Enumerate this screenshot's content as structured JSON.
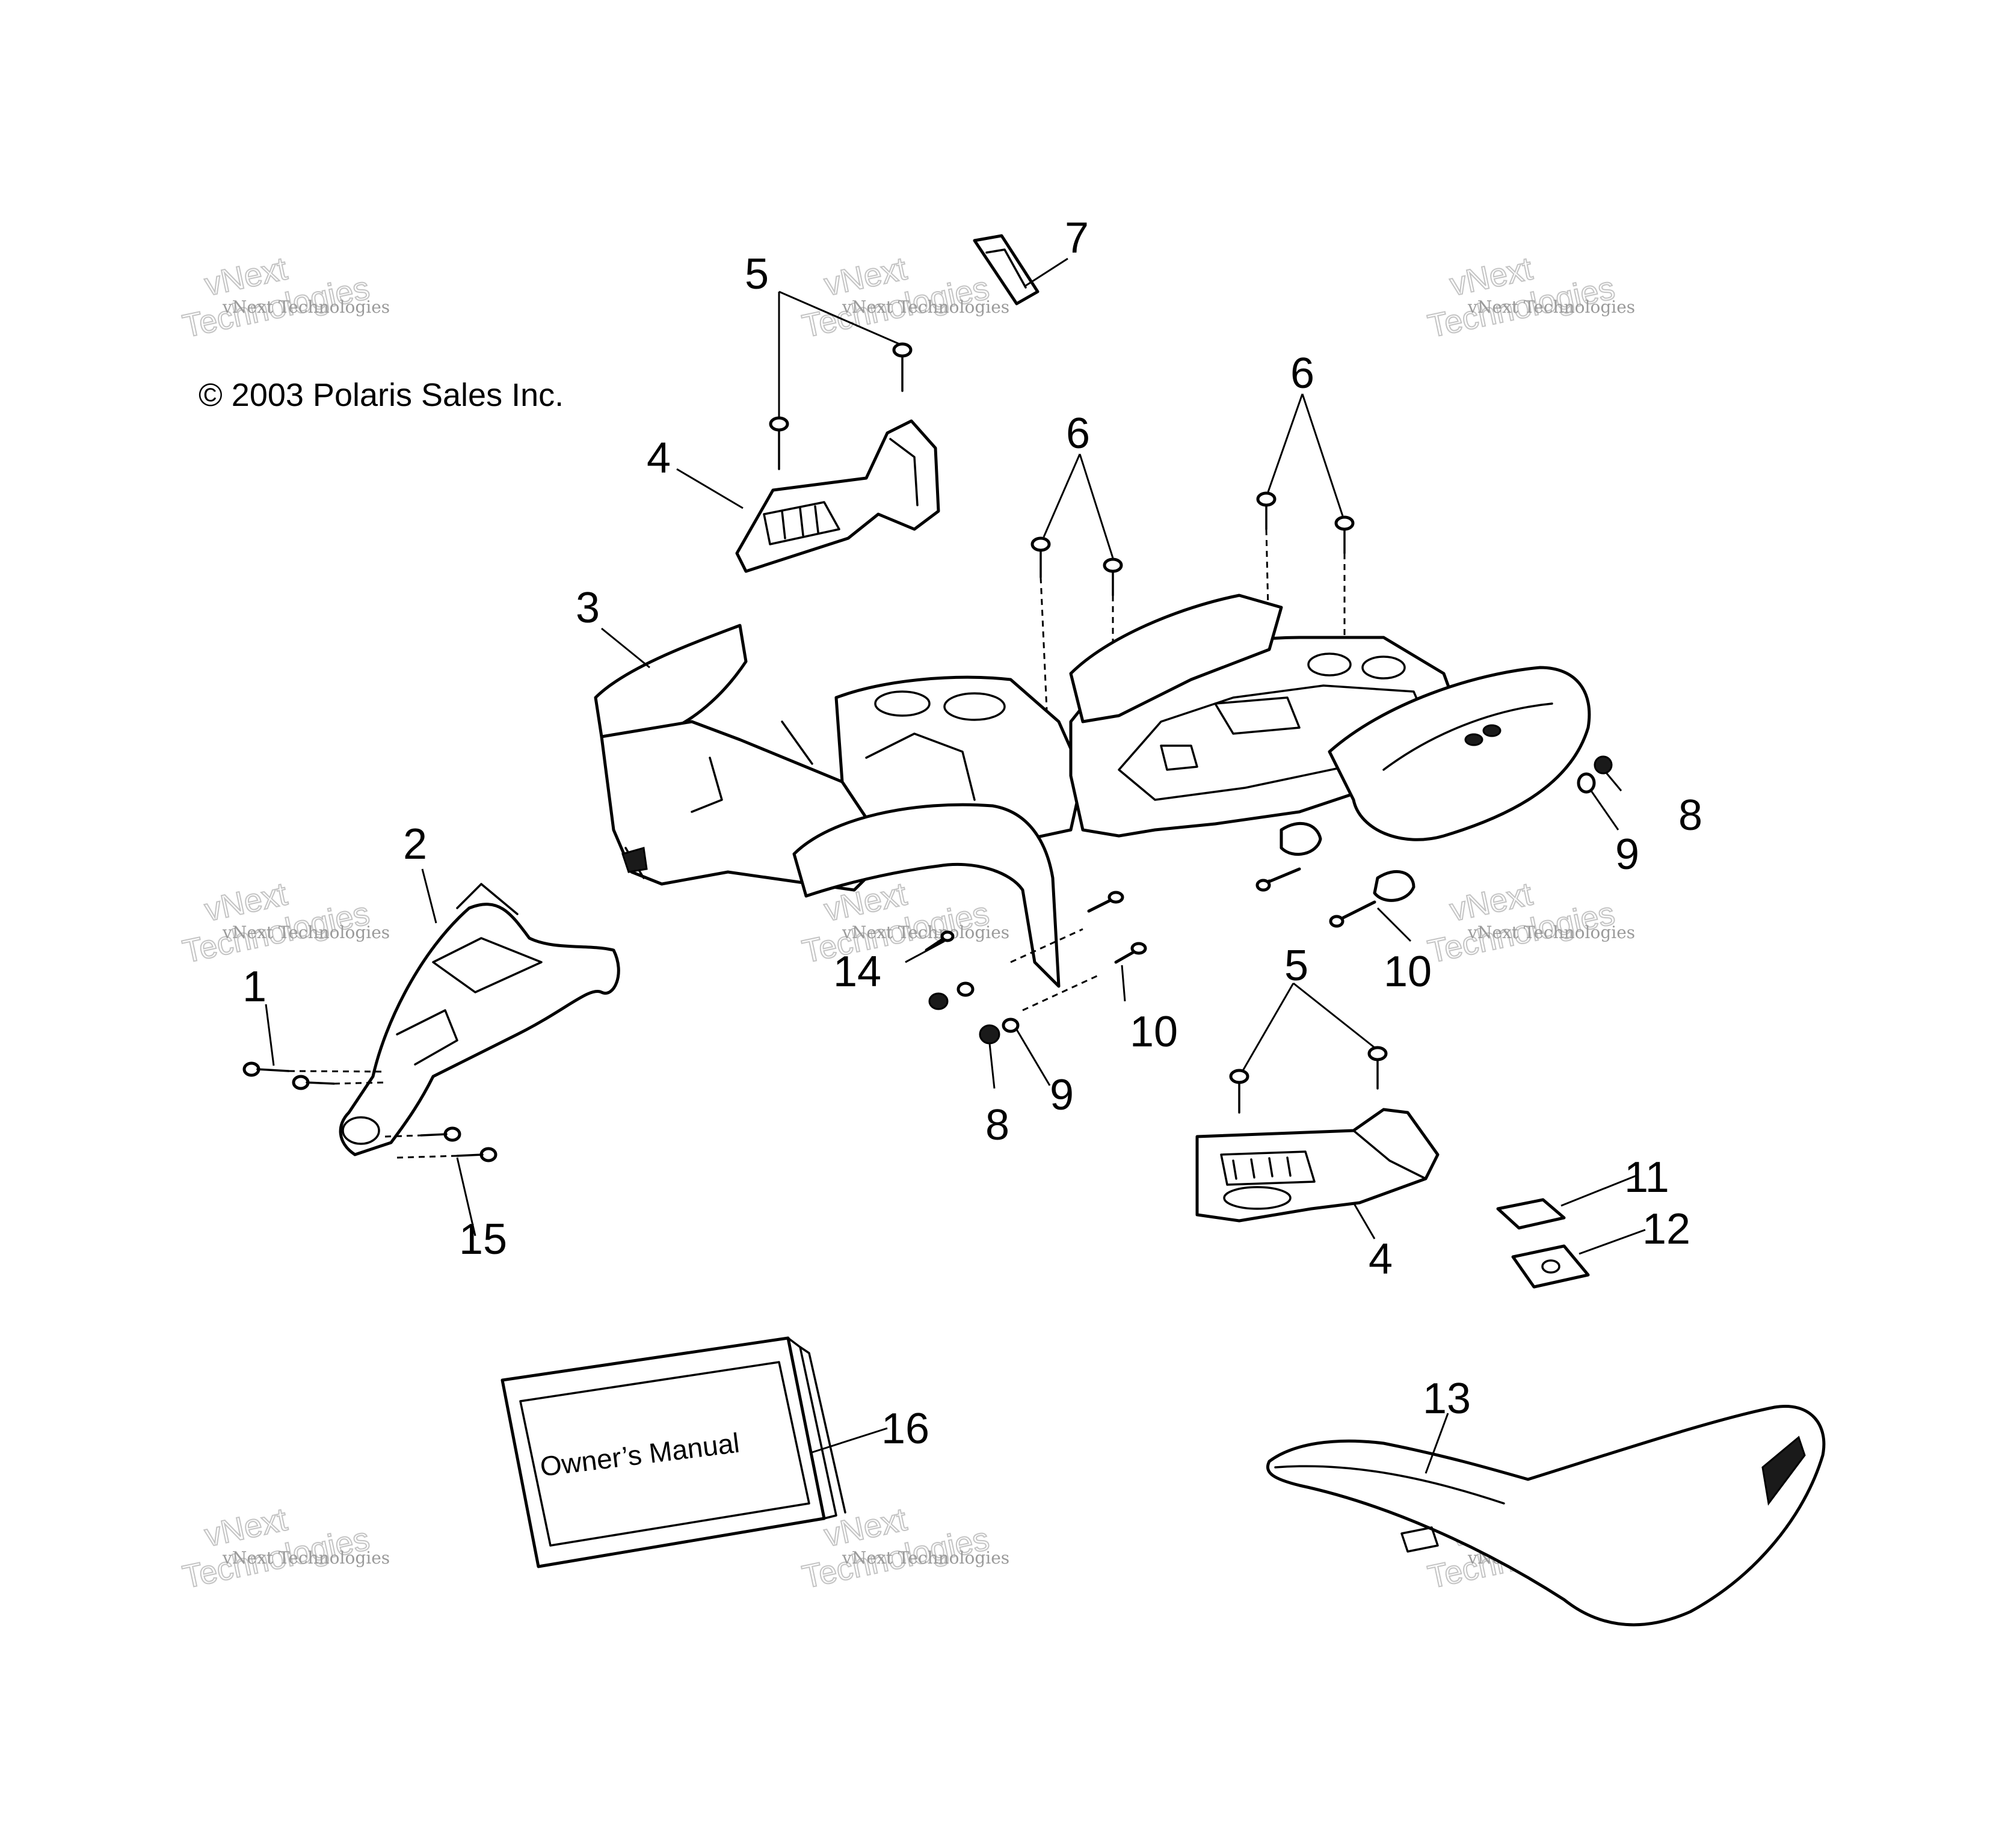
{
  "copyright": "© 2003 Polaris Sales Inc.",
  "manual_title": "Owner’s Manual",
  "watermark": {
    "line1": "vNext Technologies",
    "line2a": "vNext",
    "line2b": "Technologies"
  },
  "callouts": {
    "c1": "1",
    "c2": "2",
    "c3": "3",
    "c4a": "4",
    "c4b": "4",
    "c5a": "5",
    "c5b": "5",
    "c6a": "6",
    "c6b": "6",
    "c7": "7",
    "c8a": "8",
    "c8b": "8",
    "c9a": "9",
    "c9b": "9",
    "c10a": "10",
    "c10b": "10",
    "c11": "11",
    "c12": "12",
    "c13": "13",
    "c14": "14",
    "c15": "15",
    "c16": "16"
  }
}
